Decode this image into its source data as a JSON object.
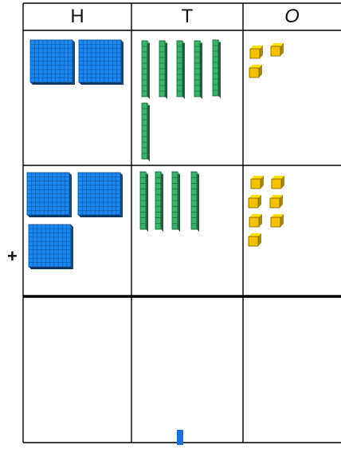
{
  "table": {
    "headers": [
      "H",
      "T",
      "O"
    ],
    "operator": "+"
  },
  "rows": [
    {
      "hundreds": 2,
      "tens": 6,
      "ones": 3
    },
    {
      "hundreds": 3,
      "tens": 4,
      "ones": 7
    }
  ],
  "answer_row": {
    "hundreds": null,
    "tens": null,
    "ones": null
  },
  "colors": {
    "hundreds_block": "#1a86f0",
    "tens_rod": "#3ab36a",
    "ones_cube": "#f2c200",
    "grid_line": "#000000",
    "cursor_mark": "#1a73d9"
  },
  "icons": {
    "hundreds": "hundred-flat-block",
    "tens": "ten-rod-block",
    "ones": "unit-cube-block"
  }
}
